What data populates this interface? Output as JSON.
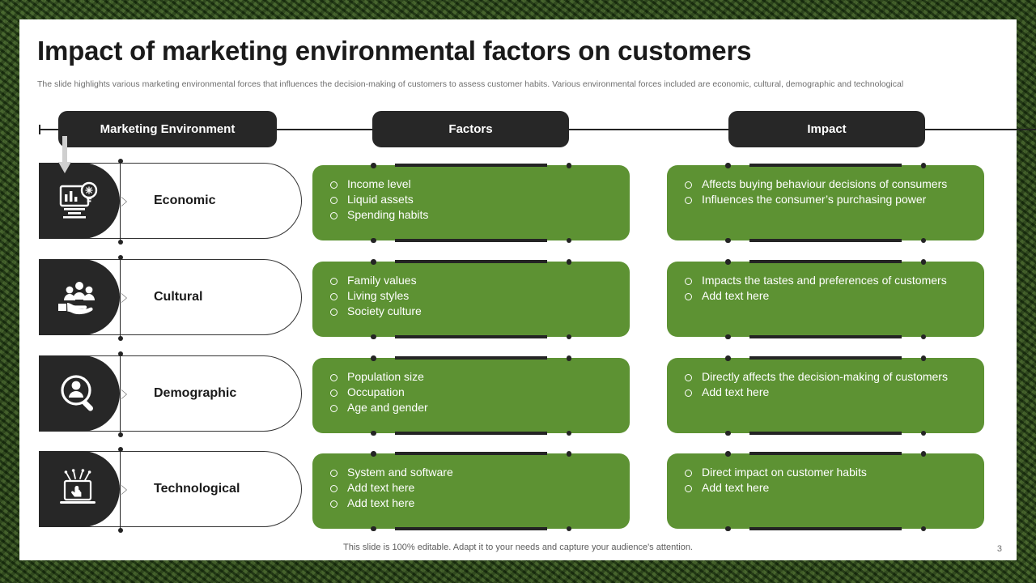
{
  "slide": {
    "title": "Impact of marketing environmental factors on customers",
    "subtitle": "The slide highlights various marketing environmental forces that influences the decision-making of customers to assess customer habits. Various environmental forces included are economic, cultural, demographic and technological",
    "footer_note": "This slide is 100% editable. Adapt it to your needs and capture your audience's attention.",
    "page_number": "3"
  },
  "colors": {
    "green": "#5d9233",
    "dark": "#272727",
    "white": "#ffffff",
    "subtitle_gray": "#6f6f6f",
    "background_forest": "#24391a"
  },
  "columns": {
    "environment": "Marketing Environment",
    "factors": "Factors",
    "impact": "Impact"
  },
  "rows": [
    {
      "category": "Economic",
      "icon": "monitor-chart-lightbulb-icon",
      "factors": [
        "Income  level",
        "Liquid assets",
        "Spending habits"
      ],
      "impact": [
        "Affects buying  behaviour decisions of consumers",
        "Influences  the consumer’s purchasing power"
      ]
    },
    {
      "category": "Cultural",
      "icon": "hand-holding-people-icon",
      "factors": [
        "Family values",
        "Living styles",
        "Society culture"
      ],
      "impact": [
        "Impacts the tastes and preferences of customers",
        "Add text here"
      ]
    },
    {
      "category": "Demographic",
      "icon": "magnifier-person-icon",
      "factors": [
        "Population size",
        "Occupation",
        "Age and gender"
      ],
      "impact": [
        "Directly affects the decision-making of customers",
        "Add text here"
      ]
    },
    {
      "category": "Technological",
      "icon": "laptop-hand-touch-icon",
      "factors": [
        "System and software",
        "Add text here",
        "Add text here"
      ],
      "impact": [
        "Direct impact on customer habits",
        "Add text here"
      ]
    }
  ]
}
